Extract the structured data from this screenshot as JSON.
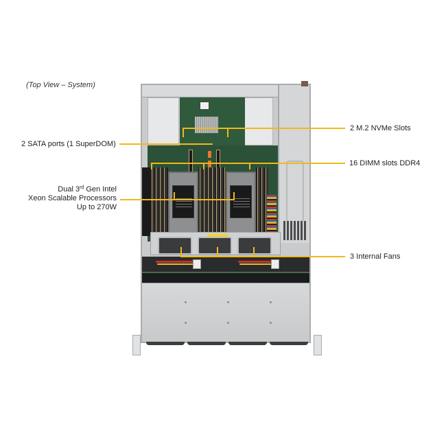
{
  "caption": "(Top View – System)",
  "callouts": {
    "sata": {
      "label": "2 SATA ports (1 SuperDOM)"
    },
    "cpu": {
      "line1_pre": "Dual 3",
      "line1_sup": "rd",
      "line1_post": " Gen Intel",
      "line2": "Xeon Scalable Processors",
      "line3": "Up to 270W"
    },
    "m2": {
      "label": "2 M.2 NVMe Slots"
    },
    "dimm": {
      "label": "16 DIMM slots DDR4"
    },
    "fans": {
      "label": "3 Internal  Fans"
    }
  },
  "colors": {
    "callout_line": "#f2b81a",
    "text": "#222222",
    "background": "#ffffff"
  }
}
